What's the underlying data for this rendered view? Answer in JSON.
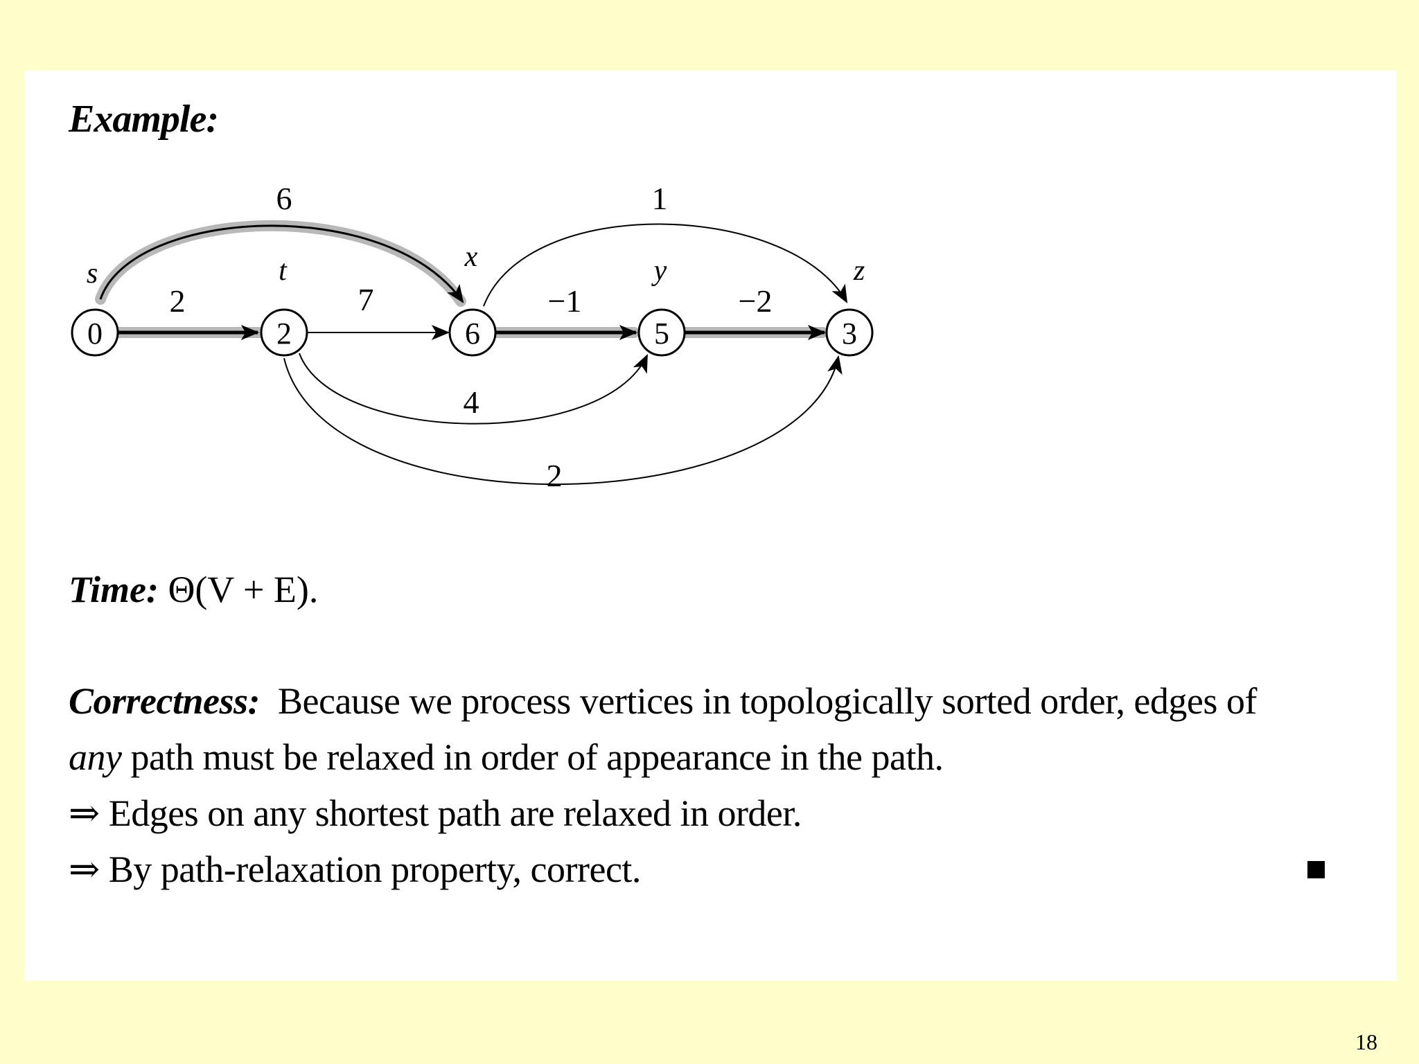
{
  "heading": "Example:",
  "graph": {
    "vertices": [
      {
        "id": "s",
        "label": "s",
        "value": "0"
      },
      {
        "id": "t",
        "label": "t",
        "value": "2"
      },
      {
        "id": "x",
        "label": "x",
        "value": "6"
      },
      {
        "id": "y",
        "label": "y",
        "value": "5"
      },
      {
        "id": "z",
        "label": "z",
        "value": "3"
      }
    ],
    "edges": [
      {
        "from": "s",
        "to": "t",
        "weight": "2",
        "shaded": true
      },
      {
        "from": "s",
        "to": "x",
        "weight": "6",
        "shaded": true
      },
      {
        "from": "t",
        "to": "x",
        "weight": "7",
        "shaded": false
      },
      {
        "from": "x",
        "to": "y",
        "weight": "−1",
        "shaded": true
      },
      {
        "from": "y",
        "to": "z",
        "weight": "−2",
        "shaded": true
      },
      {
        "from": "x",
        "to": "z",
        "weight": "1",
        "shaded": false
      },
      {
        "from": "t",
        "to": "y",
        "weight": "4",
        "shaded": false
      },
      {
        "from": "t",
        "to": "z",
        "weight": "2",
        "shaded": false
      }
    ]
  },
  "time": {
    "label": "Time:",
    "value": "Θ(V + E)."
  },
  "correctness": {
    "label": "Correctness:",
    "line1": "Because we process vertices in topologically sorted order, edges of",
    "line2_italic": "any",
    "line2_rest": " path must be relaxed in order of appearance in the path.",
    "line3": "⇒ Edges on any shortest path are relaxed in order.",
    "line4": "⇒ By path-relaxation property, correct."
  },
  "page_number": "18"
}
